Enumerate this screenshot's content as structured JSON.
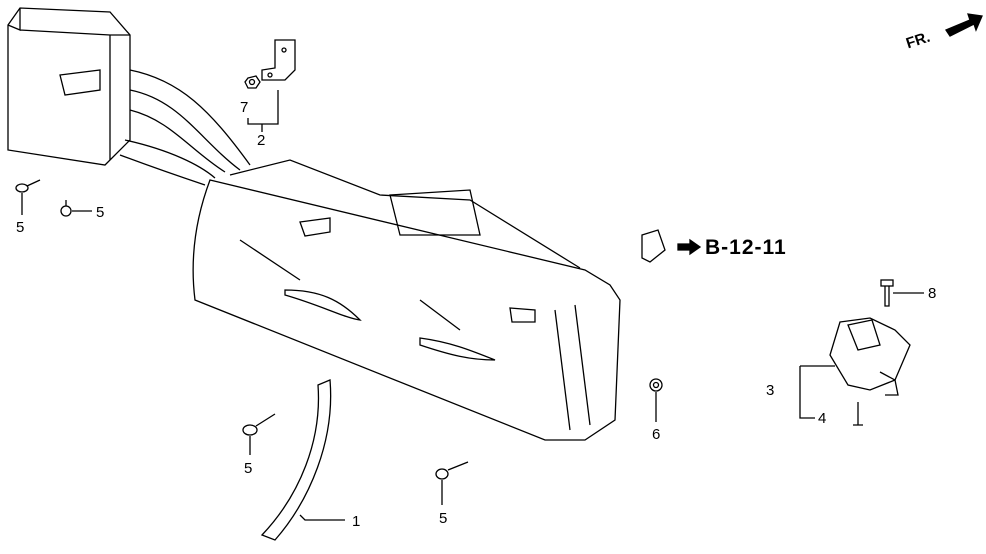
{
  "direction_indicator": {
    "label": "FR."
  },
  "reference": {
    "label": "B-12-11"
  },
  "callouts": [
    {
      "id": "7",
      "part": "nut"
    },
    {
      "id": "2",
      "part": "bracket"
    },
    {
      "id": "5",
      "part": "screw-left-1"
    },
    {
      "id": "5",
      "part": "screw-left-2"
    },
    {
      "id": "8",
      "part": "bolt"
    },
    {
      "id": "3",
      "part": "sensor"
    },
    {
      "id": "4",
      "part": "screw-sensor"
    },
    {
      "id": "6",
      "part": "clip"
    },
    {
      "id": "5",
      "part": "screw-bottom-1"
    },
    {
      "id": "5",
      "part": "screw-bottom-2"
    },
    {
      "id": "1",
      "part": "trim-strip"
    }
  ]
}
